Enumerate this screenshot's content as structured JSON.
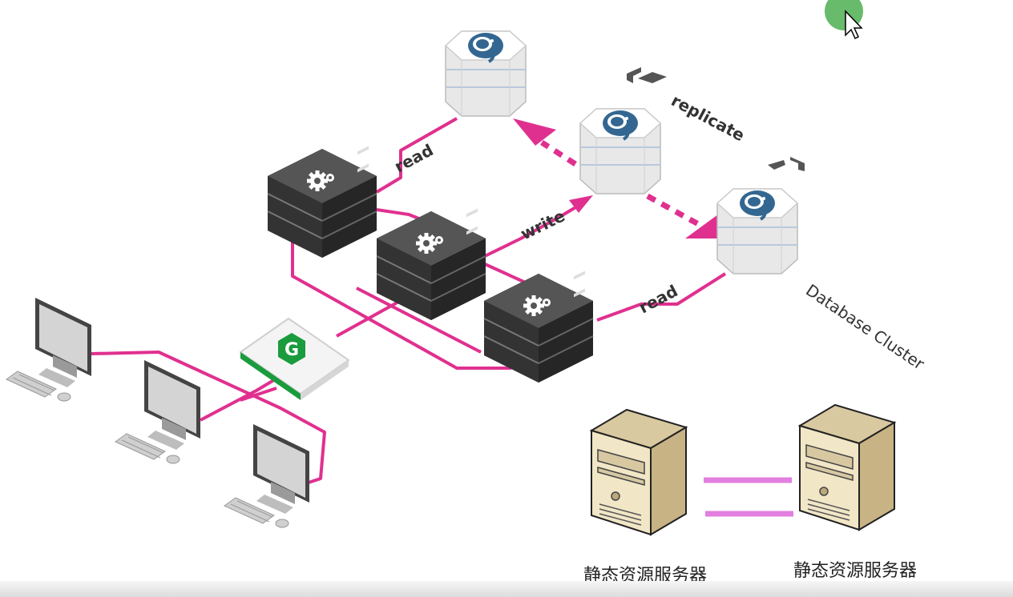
{
  "diagram": {
    "labels": {
      "read_top": "read",
      "write": "write",
      "read_right": "read",
      "replicate": "replicate",
      "database_cluster": "Database Cluster"
    },
    "static_servers": {
      "left_label": "静态资源服务器",
      "right_label": "静态资源服务器"
    },
    "icons": {
      "load_balancer": "nginx-logo-icon",
      "app_server": "gear-icon",
      "database": "postgresql-elephant-icon",
      "client": "desktop-computer-icon",
      "cursor": "mouse-cursor-icon"
    },
    "colors": {
      "connection": "#e0308f",
      "arrow": "#e0308f",
      "static_link": "#e27fe0",
      "nginx": "#1a9b3d",
      "server_dark": "#3b3b3b",
      "pg_blue": "#336791",
      "cursor_dot": "#4caf50"
    }
  }
}
